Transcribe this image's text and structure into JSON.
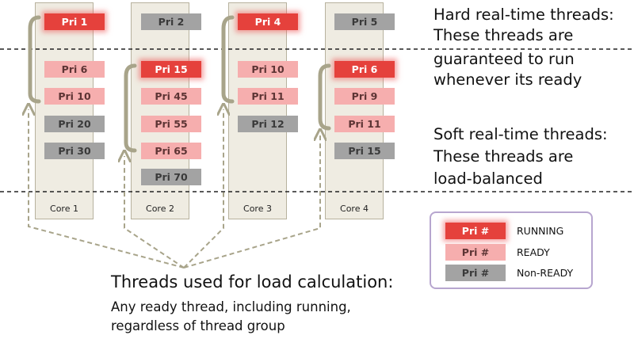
{
  "cores": [
    {
      "label": "Core 1",
      "threads": [
        {
          "text": "Pri 1",
          "state": "running"
        },
        {
          "text": "Pri 6",
          "state": "ready"
        },
        {
          "text": "Pri 10",
          "state": "ready"
        },
        {
          "text": "Pri 20",
          "state": "nonready"
        },
        {
          "text": "Pri 30",
          "state": "nonready"
        }
      ]
    },
    {
      "label": "Core 2",
      "threads": [
        {
          "text": "Pri 2",
          "state": "nonready"
        },
        {
          "text": "Pri 15",
          "state": "running"
        },
        {
          "text": "Pri 45",
          "state": "ready"
        },
        {
          "text": "Pri 55",
          "state": "ready"
        },
        {
          "text": "Pri 65",
          "state": "ready"
        },
        {
          "text": "Pri 70",
          "state": "nonready"
        }
      ]
    },
    {
      "label": "Core 3",
      "threads": [
        {
          "text": "Pri 4",
          "state": "running"
        },
        {
          "text": "Pri 10",
          "state": "ready"
        },
        {
          "text": "Pri 11",
          "state": "ready"
        },
        {
          "text": "Pri 12",
          "state": "nonready"
        }
      ]
    },
    {
      "label": "Core 4",
      "threads": [
        {
          "text": "Pri 5",
          "state": "nonready"
        },
        {
          "text": "Pri 6",
          "state": "running"
        },
        {
          "text": "Pri 9",
          "state": "ready"
        },
        {
          "text": "Pri 11",
          "state": "ready"
        },
        {
          "text": "Pri 15",
          "state": "nonready"
        }
      ]
    }
  ],
  "hard_rt": {
    "line1": "Hard real-time threads:",
    "line2": "These threads are",
    "line3": "guaranteed to run",
    "line4": "whenever its ready"
  },
  "soft_rt": {
    "line1": "Soft real-time threads:",
    "line2": "These threads are",
    "line3": "load-balanced"
  },
  "load_calc": {
    "title": "Threads used for load calculation:",
    "line1": "Any ready thread, including running,",
    "line2": "regardless of thread group"
  },
  "legend": {
    "items": [
      {
        "swatch": "Pri #",
        "label": "RUNNING",
        "state": "running"
      },
      {
        "swatch": "Pri #",
        "label": "READY",
        "state": "ready"
      },
      {
        "swatch": "Pri #",
        "label": "Non-READY",
        "state": "nonready"
      }
    ]
  },
  "colors": {
    "running": "#e5413c",
    "ready": "#f6aeae",
    "nonready": "#a3a3a3",
    "bracket": "#a8a48a",
    "legend_border": "#b7a6cf"
  }
}
